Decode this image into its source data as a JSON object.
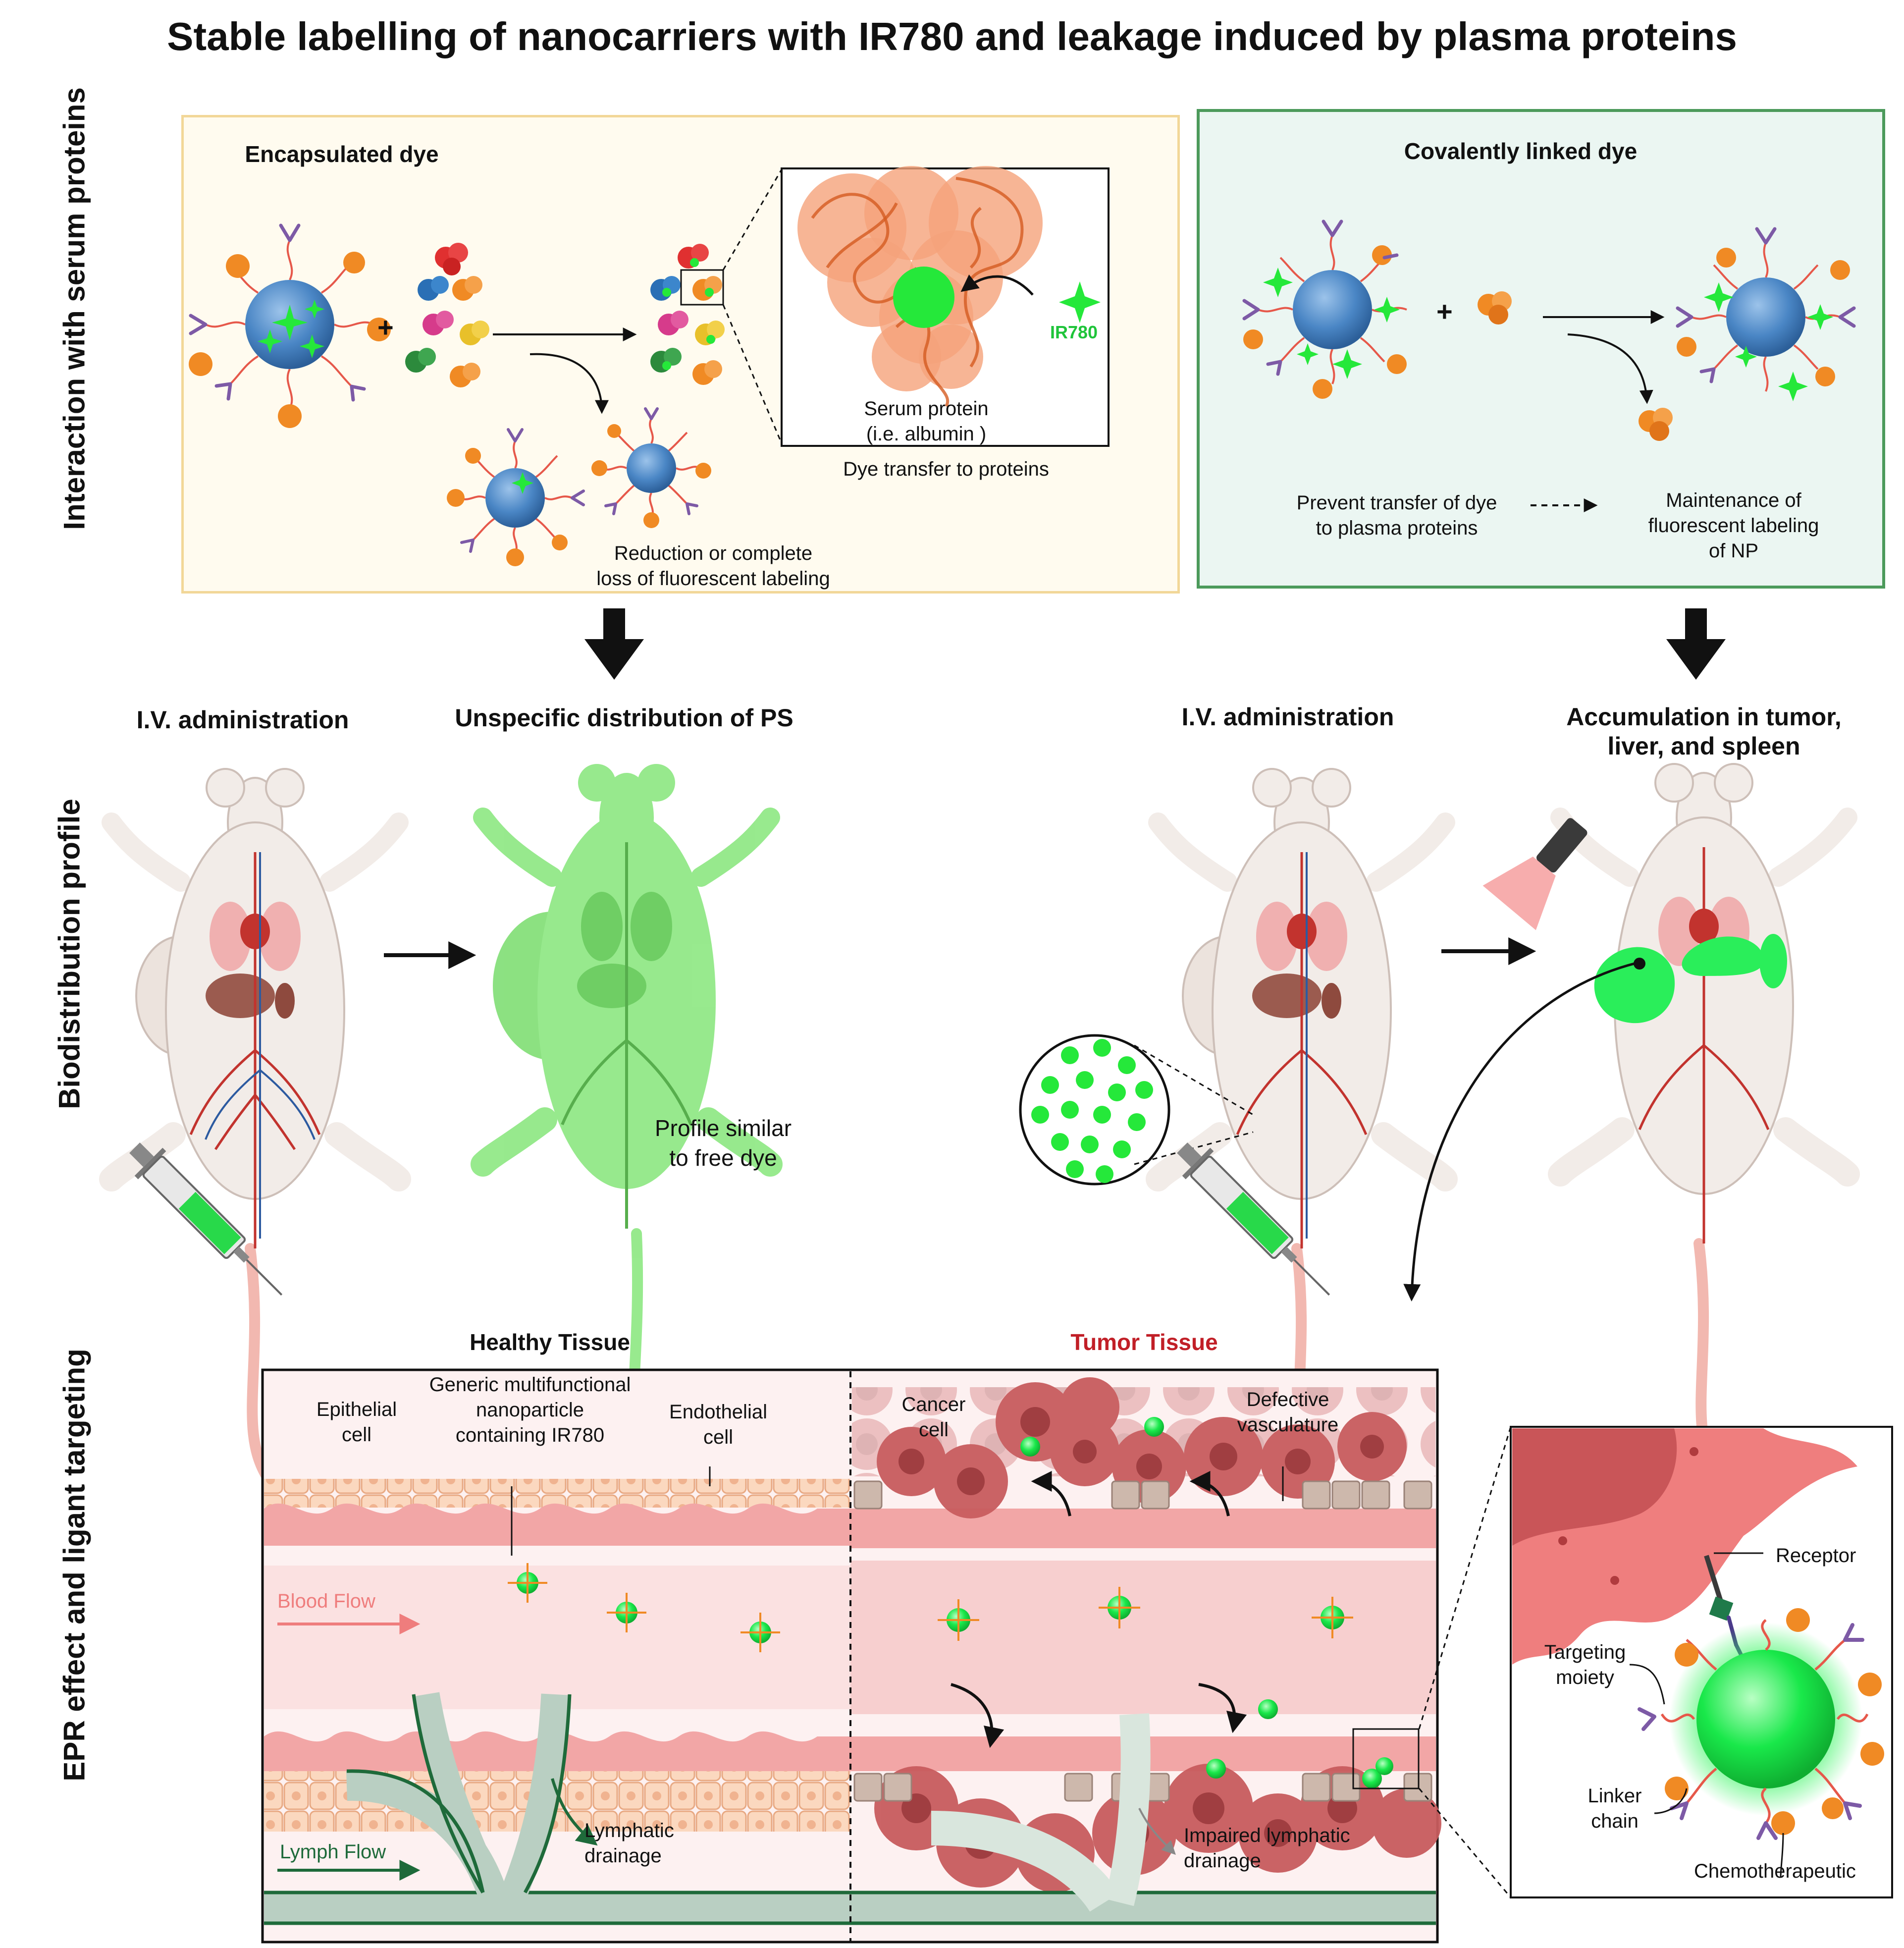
{
  "title": "Stable labelling of nanocarriers with IR780 and leakage induced by plasma proteins",
  "rows": {
    "serum": "Interaction with serum proteins",
    "biodistribution": "Biodistribution profile",
    "epr": "EPR effect and ligant targeting"
  },
  "encapsulated": {
    "heading": "Encapsulated dye",
    "plus": "+",
    "inset_dye": "IR780",
    "inset_protein_line1": "Serum protein",
    "inset_protein_line2": "(i.e. albumin )",
    "dye_transfer": "Dye transfer to proteins",
    "reduction_line1": "Reduction or complete",
    "reduction_line2": "loss of fluorescent labeling"
  },
  "covalent": {
    "heading": "Covalently linked dye",
    "plus": "+",
    "prevent_line1": "Prevent transfer of dye",
    "prevent_line2": "to plasma proteins",
    "maint_line1": "Maintenance of",
    "maint_line2": "fluorescent labeling",
    "maint_line3": "of NP"
  },
  "biodist": {
    "iv_left": "I.V. administration",
    "unspecific": "Unspecific distribution of PS",
    "iv_right": "I.V. administration",
    "accum_line1": "Accumulation in tumor,",
    "accum_line2": "liver, and spleen",
    "profile_line1": "Profile similar",
    "profile_line2": "to free dye"
  },
  "tissue": {
    "healthy_title": "Healthy Tissue",
    "tumor_title": "Tumor Tissue",
    "epithelial_line1": "Epithelial",
    "epithelial_line2": "cell",
    "generic_line1": "Generic multifunctional",
    "generic_line2": "nanoparticle",
    "generic_line3": "containing IR780",
    "endothelial_line1": "Endothelial",
    "endothelial_line2": "cell",
    "cancer_line1": "Cancer",
    "cancer_line2": "cell",
    "defective_line1": "Defective",
    "defective_line2": "vasculature",
    "blood_flow": "Blood Flow",
    "lymph_flow": "Lymph Flow",
    "lymphatic_line1": "Lymphatic",
    "lymphatic_line2": "drainage",
    "impaired_line1": "Impaired lymphatic",
    "impaired_line2": "drainage"
  },
  "zoom": {
    "receptor": "Receptor",
    "targeting_line1": "Targeting",
    "targeting_line2": "moiety",
    "linker_line1": "Linker",
    "linker_line2": "chain",
    "chemo": "Chemotherapeutic"
  },
  "colors": {
    "np_blue": "#4a86c5",
    "np_green": "#19e84a",
    "dye_green": "#2fe02f",
    "orange": "#f08a24",
    "antibody": "#7d5aa6",
    "linker": "#e6584a",
    "mouse_body": "#f2ece8",
    "mouse_green": "#86e67a",
    "tumor_cell": "#c85c5e",
    "lymph_dark": "#1e6a3a",
    "tumor_text": "#c11f27"
  }
}
